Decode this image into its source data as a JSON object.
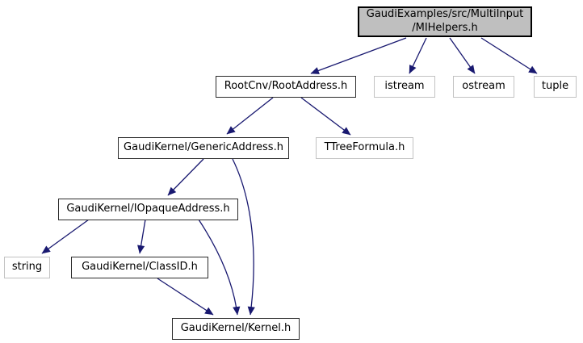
{
  "diagram": {
    "type": "include-dependency-graph",
    "colors": {
      "edge": "#191970",
      "internal_node_border": "#2b2b2b",
      "external_node_border": "#c2c2c2",
      "current_node_fill": "#bfbfbf",
      "node_fill": "#ffffff",
      "background": "#ffffff",
      "text": "#000000"
    },
    "nodes": [
      {
        "id": "mihelpers",
        "label": "GaudiExamples/src/MultiInput/MIHelpers.h",
        "label_line1": "GaudiExamples/src/MultiInput",
        "label_line2": "/MIHelpers.h",
        "type": "current"
      },
      {
        "id": "rootaddress",
        "label": "RootCnv/RootAddress.h",
        "type": "internal"
      },
      {
        "id": "istream",
        "label": "istream",
        "type": "external"
      },
      {
        "id": "ostream",
        "label": "ostream",
        "type": "external"
      },
      {
        "id": "tuple",
        "label": "tuple",
        "type": "external"
      },
      {
        "id": "genericaddress",
        "label": "GaudiKernel/GenericAddress.h",
        "type": "internal"
      },
      {
        "id": "ttreeformula",
        "label": "TTreeFormula.h",
        "type": "external"
      },
      {
        "id": "iopaqueaddress",
        "label": "GaudiKernel/IOpaqueAddress.h",
        "type": "internal"
      },
      {
        "id": "string",
        "label": "string",
        "type": "external"
      },
      {
        "id": "classid",
        "label": "GaudiKernel/ClassID.h",
        "type": "internal"
      },
      {
        "id": "kernel",
        "label": "GaudiKernel/Kernel.h",
        "type": "internal"
      }
    ],
    "edges": [
      {
        "from": "mihelpers",
        "to": "rootaddress"
      },
      {
        "from": "mihelpers",
        "to": "istream"
      },
      {
        "from": "mihelpers",
        "to": "ostream"
      },
      {
        "from": "mihelpers",
        "to": "tuple"
      },
      {
        "from": "rootaddress",
        "to": "genericaddress"
      },
      {
        "from": "rootaddress",
        "to": "ttreeformula"
      },
      {
        "from": "genericaddress",
        "to": "iopaqueaddress"
      },
      {
        "from": "genericaddress",
        "to": "kernel"
      },
      {
        "from": "iopaqueaddress",
        "to": "string"
      },
      {
        "from": "iopaqueaddress",
        "to": "classid"
      },
      {
        "from": "iopaqueaddress",
        "to": "kernel"
      },
      {
        "from": "classid",
        "to": "kernel"
      }
    ]
  }
}
